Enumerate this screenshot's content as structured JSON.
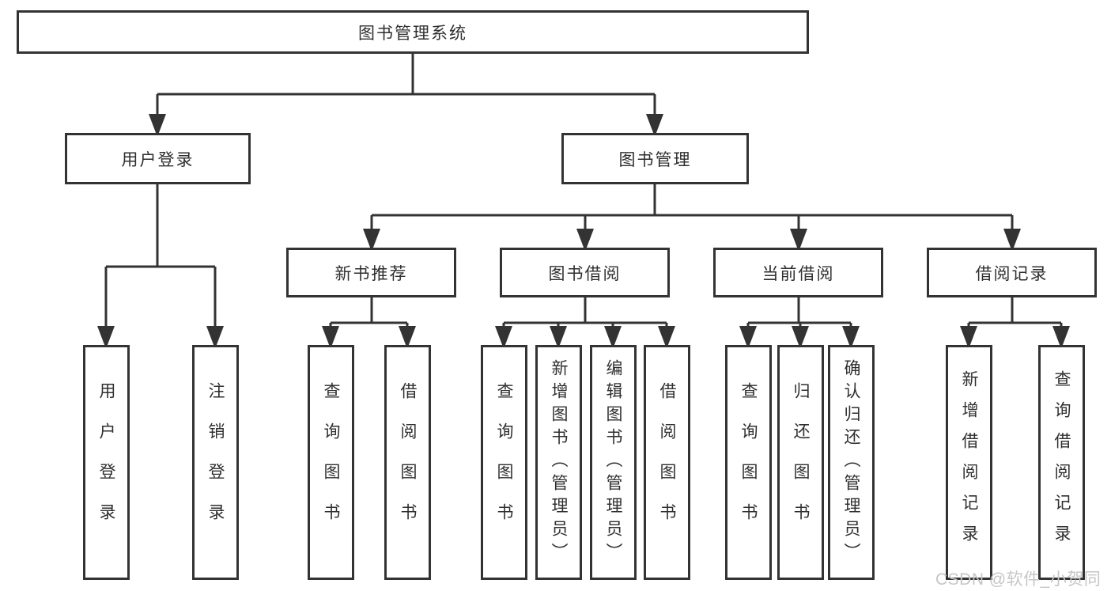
{
  "diagram": {
    "root": {
      "label": "图书管理系统"
    },
    "branches": [
      {
        "label": "用户登录",
        "leaves": [
          {
            "label": "用户登录"
          },
          {
            "label": "注销登录"
          }
        ]
      },
      {
        "label": "图书管理",
        "sections": [
          {
            "label": "新书推荐",
            "leaves": [
              {
                "label": "查询图书"
              },
              {
                "label": "借阅图书"
              }
            ]
          },
          {
            "label": "图书借阅",
            "leaves": [
              {
                "label": "查询图书"
              },
              {
                "label": "新增图书（管理员）"
              },
              {
                "label": "编辑图书（管理员）"
              },
              {
                "label": "借阅图书"
              }
            ]
          },
          {
            "label": "当前借阅",
            "leaves": [
              {
                "label": "查询图书"
              },
              {
                "label": "归还图书"
              },
              {
                "label": "确认归还（管理员）"
              }
            ]
          },
          {
            "label": "借阅记录",
            "leaves": [
              {
                "label": "新增借阅记录"
              },
              {
                "label": "查询借阅记录"
              }
            ]
          }
        ]
      }
    ]
  },
  "watermark": {
    "text": "CSDN @软件_小贺同学"
  },
  "colors": {
    "line": "#333333",
    "text": "#2f2f2f",
    "box_fill": "#ffffff",
    "watermark": "#c6c6c6"
  }
}
